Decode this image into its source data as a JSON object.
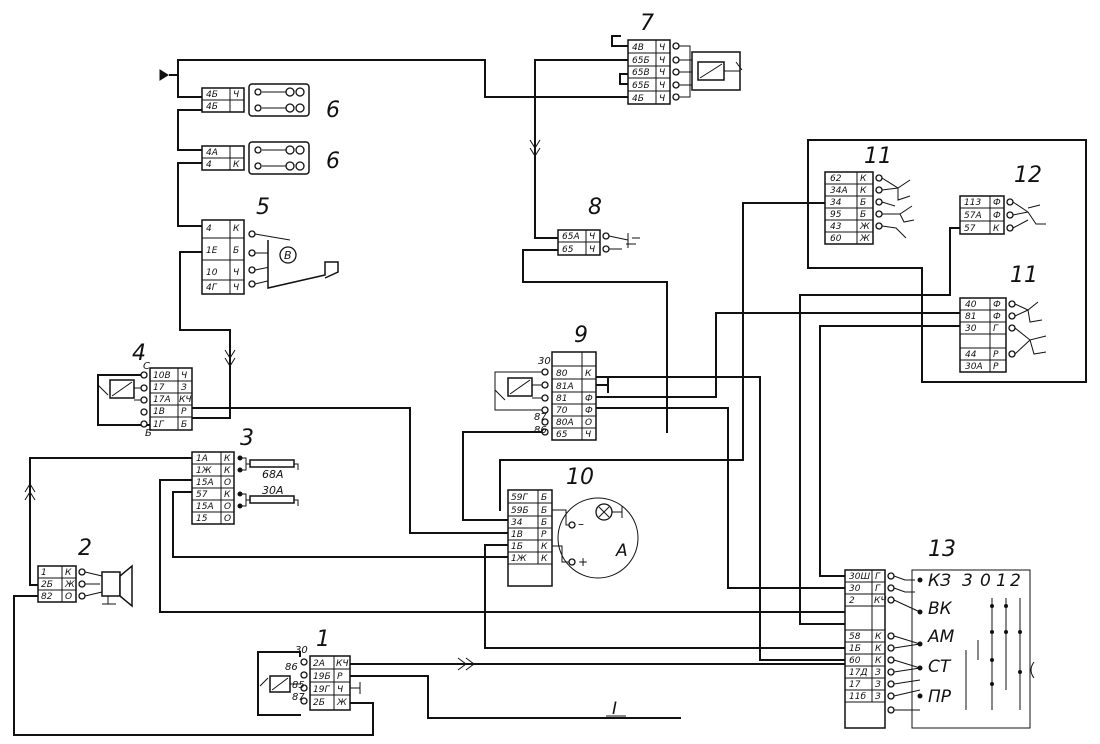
{
  "components": [
    {
      "num": "1",
      "rows": [
        [
          "2А",
          "КЧ"
        ],
        [
          "19Б",
          "Р"
        ],
        [
          "19Г",
          "Ч"
        ],
        [
          "2Б",
          "Ж"
        ]
      ],
      "pins": [
        "30",
        "86",
        "85",
        "87"
      ]
    },
    {
      "num": "2",
      "rows": [
        [
          "1",
          "К"
        ],
        [
          "2Б",
          "Ж"
        ],
        [
          "82",
          "О"
        ]
      ]
    },
    {
      "num": "3",
      "rows": [
        [
          "1А",
          "К"
        ],
        [
          "1Ж",
          "К"
        ],
        [
          "15А",
          "О"
        ],
        [
          "57",
          "К"
        ],
        [
          "15А",
          "О"
        ],
        [
          "15",
          "О"
        ]
      ],
      "fuses": [
        "68А",
        "30А"
      ]
    },
    {
      "num": "4",
      "rows": [
        [
          "10В",
          "Ч"
        ],
        [
          "17",
          "З"
        ],
        [
          "17А",
          "КЧ"
        ],
        [
          "1В",
          "Р"
        ],
        [
          "1Г",
          "Б"
        ]
      ],
      "pins": [
        "С",
        "Б"
      ]
    },
    {
      "num": "5",
      "rows": [
        [
          "4",
          "К"
        ],
        [
          "1Е",
          "Б"
        ],
        [
          "10",
          "Ч"
        ],
        [
          "4Г",
          "Ч"
        ]
      ],
      "pins": [
        "В"
      ]
    },
    {
      "num": "6",
      "rows": [
        [
          "4Б",
          "Ч"
        ],
        [
          "4Б",
          ""
        ]
      ]
    },
    {
      "num": "6",
      "rows": [
        [
          "4А",
          ""
        ],
        [
          "4",
          "К"
        ]
      ]
    },
    {
      "num": "7",
      "rows": [
        [
          "4В",
          "Ч"
        ],
        [
          "65Б",
          "Ч"
        ],
        [
          "65В",
          "Ч"
        ],
        [
          "65Б",
          "Ч"
        ],
        [
          "4Б",
          "Ч"
        ]
      ]
    },
    {
      "num": "8",
      "rows": [
        [
          "65А",
          "Ч"
        ],
        [
          "65",
          "Ч"
        ]
      ]
    },
    {
      "num": "9",
      "rows": [
        [
          "80",
          "К"
        ],
        [
          "81А",
          ""
        ],
        [
          "81",
          "Ф"
        ],
        [
          "70",
          "Ф"
        ],
        [
          "80А",
          "О"
        ],
        [
          "65",
          "Ч"
        ]
      ],
      "pins": [
        "30",
        "87",
        "86"
      ]
    },
    {
      "num": "10",
      "rows": [
        [
          "59Г",
          "Б"
        ],
        [
          "59Б",
          "Б"
        ],
        [
          "34",
          "Б"
        ],
        [
          "1В",
          "Р"
        ],
        [
          "1Б",
          "К"
        ],
        [
          "1Ж",
          "К"
        ]
      ],
      "meter": "А",
      "signs": [
        "–",
        "+"
      ]
    },
    {
      "num": "11",
      "rows": [
        [
          "62",
          "К"
        ],
        [
          "34А",
          "К"
        ],
        [
          "34",
          "Б"
        ],
        [
          "95",
          "Б"
        ],
        [
          "43",
          "Ж"
        ],
        [
          "60",
          "Ж"
        ]
      ]
    },
    {
      "num": "12",
      "rows": [
        [
          "113",
          "Ф"
        ],
        [
          "57А",
          "Ф"
        ],
        [
          "57",
          "К"
        ]
      ]
    },
    {
      "num": "11",
      "rows": [
        [
          "40",
          "Ф"
        ],
        [
          "81",
          "Ф"
        ],
        [
          "30",
          "Г"
        ],
        [
          "44",
          "Р"
        ],
        [
          "30А",
          "Р"
        ]
      ]
    },
    {
      "num": "13",
      "rows": [
        [
          "30Ш",
          "Г"
        ],
        [
          "30",
          "Г"
        ],
        [
          "2",
          "КЧ"
        ],
        [
          "",
          ""
        ],
        [
          "58",
          "К"
        ],
        [
          "1Б",
          "К"
        ],
        [
          "60",
          "К"
        ],
        [
          "17Д",
          "З"
        ],
        [
          "17",
          "З"
        ],
        [
          "11б",
          "З"
        ],
        [
          "",
          ""
        ]
      ],
      "positions": [
        "КЗ",
        "ВК",
        "АМ",
        "СТ",
        "ПР"
      ],
      "header": [
        "3",
        "0",
        "1",
        "2"
      ]
    }
  ],
  "roman": "I"
}
